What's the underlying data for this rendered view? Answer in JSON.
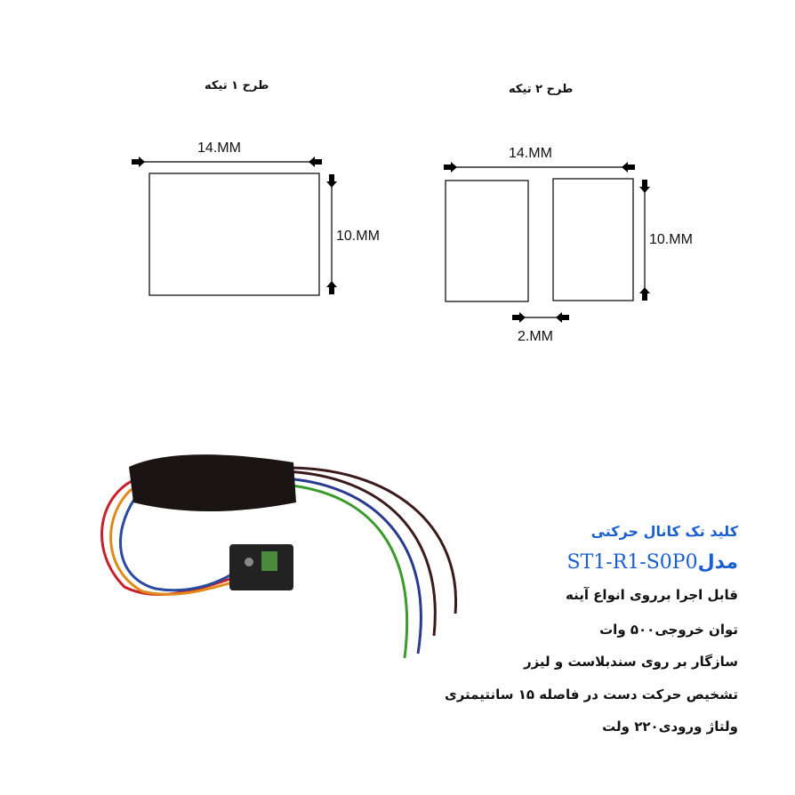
{
  "design1": {
    "label": "طرح ۱ تیکه",
    "width": "14.MM",
    "height": "10.MM"
  },
  "design2": {
    "label": "طرح ۲ تیکه",
    "width": "14.MM",
    "height": "10.MM",
    "gap": "2.MM"
  },
  "product": {
    "title": "کلید تک کانال حرکتی",
    "model_prefix": "مدل",
    "model": "ST1-R1-S0P0",
    "features": [
      "قابل اجرا برروی انواع آینه",
      "توان خروجی۵۰۰ وات",
      "سازگار بر روی سندبلاست و لیزر",
      "تشخیص حرکت دست در فاصله ۱۵ سانتیمتری",
      "ولتاژ ورودی۲۲۰ ولت"
    ],
    "accent": "#1a5fd0"
  }
}
